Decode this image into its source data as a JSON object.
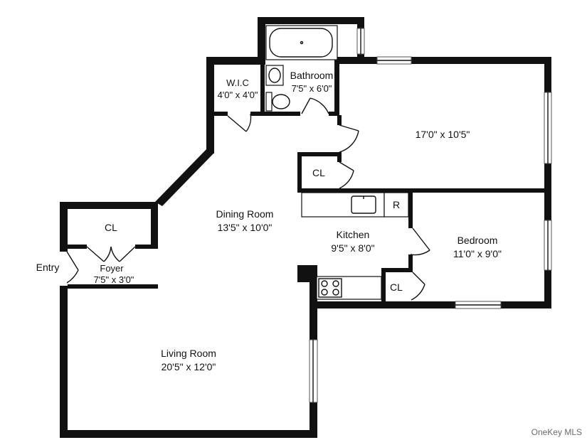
{
  "rooms": {
    "bathroom": {
      "name": "Bathroom",
      "size": "7'5\" x 6'0\""
    },
    "wic": {
      "name": "W.I.C",
      "size": "4'0\" x 4'0\""
    },
    "unnamed_room": {
      "size": "17'0\" x 10'5\""
    },
    "closet_upper": {
      "name": "CL"
    },
    "dining_room": {
      "name": "Dining Room",
      "size": "13'5\" x 10'0\""
    },
    "closet_foyer": {
      "name": "CL"
    },
    "foyer": {
      "name": "Foyer",
      "size": "7'5\" x 3'0\""
    },
    "entry": {
      "name": "Entry"
    },
    "kitchen": {
      "name": "Kitchen",
      "size": "9'5\" x 8'0\""
    },
    "refrigerator": {
      "name": "R"
    },
    "bedroom": {
      "name": "Bedroom",
      "size": "11'0\" x 9'0\""
    },
    "closet_bedroom": {
      "name": "CL"
    },
    "living_room": {
      "name": "Living Room",
      "size": "20'5\" x 12'0\""
    }
  },
  "watermark": "OneKey MLS"
}
